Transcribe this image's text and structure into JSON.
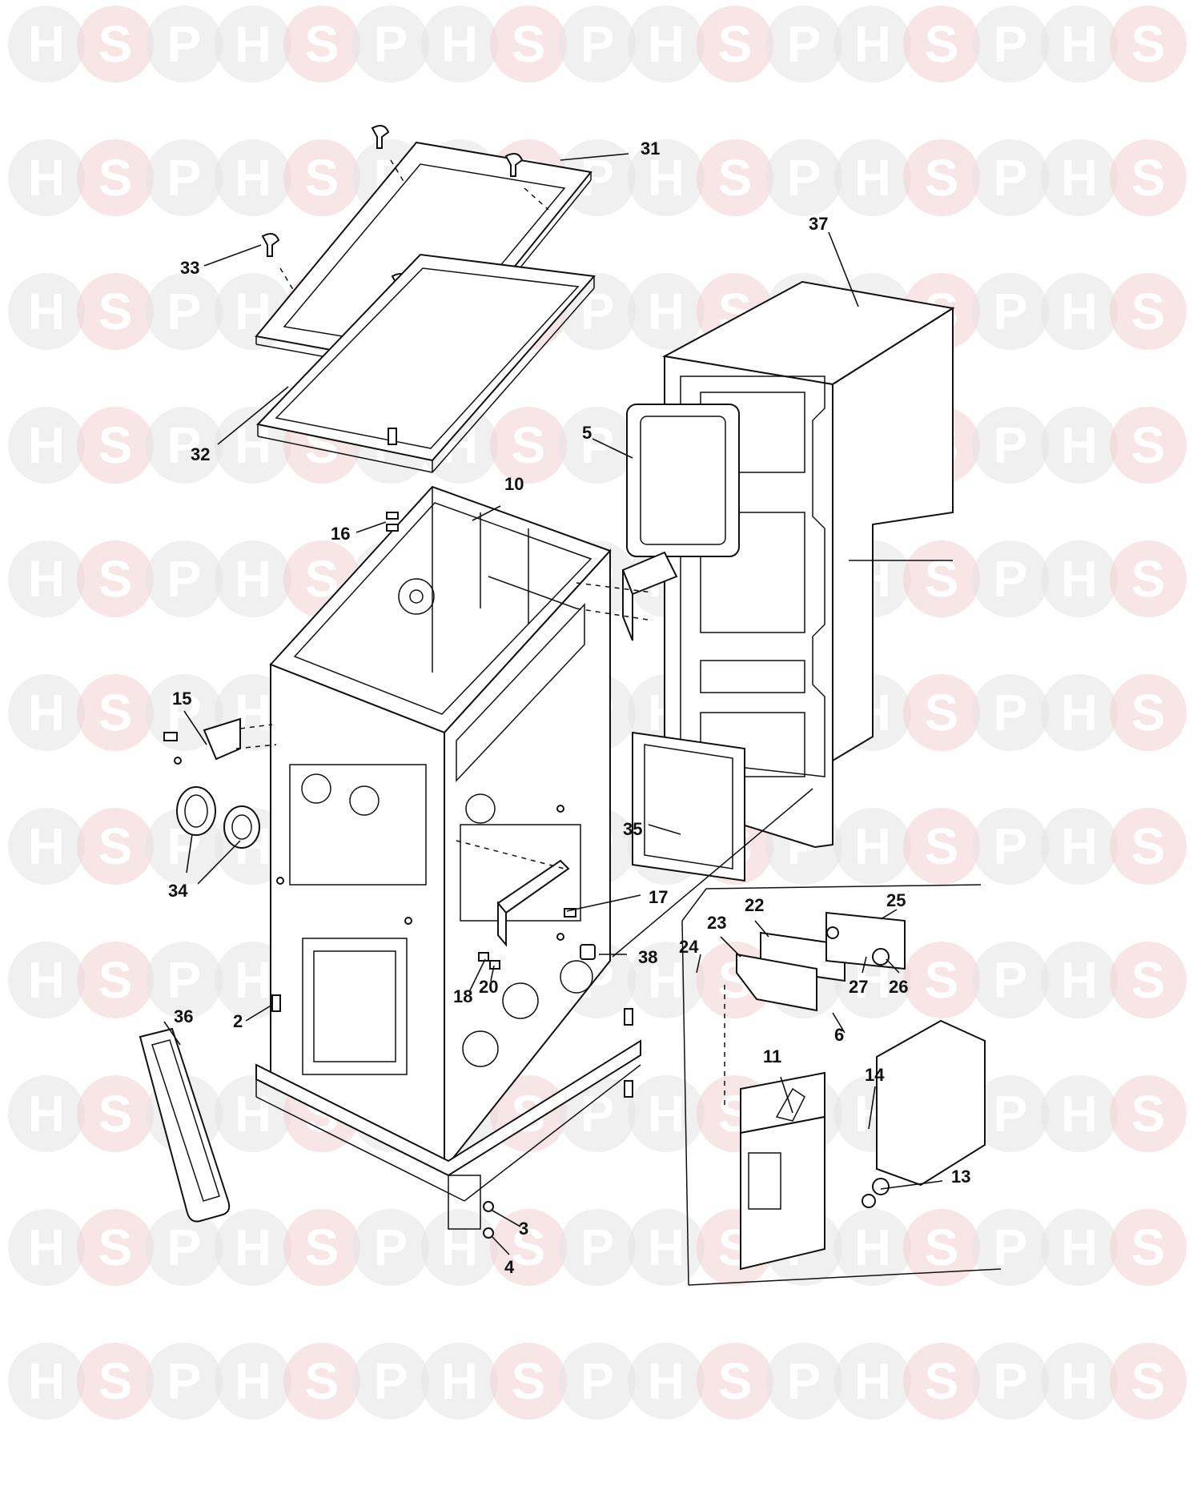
{
  "watermark": {
    "letters": [
      "H",
      "S",
      "P"
    ],
    "colors": {
      "H": "#e3e3e3",
      "S": "#f2d2d2",
      "P": "#e3e3e3"
    },
    "text_color": "#ffffff"
  },
  "parts": [
    {
      "id": "p31",
      "label": "31"
    },
    {
      "id": "p37",
      "label": "37"
    },
    {
      "id": "p33",
      "label": "33"
    },
    {
      "id": "p32",
      "label": "32"
    },
    {
      "id": "p5",
      "label": "5"
    },
    {
      "id": "p10",
      "label": "10"
    },
    {
      "id": "p16",
      "label": "16"
    },
    {
      "id": "p15",
      "label": "15"
    },
    {
      "id": "p34",
      "label": "34"
    },
    {
      "id": "p35",
      "label": "35"
    },
    {
      "id": "p17",
      "label": "17"
    },
    {
      "id": "p22",
      "label": "22"
    },
    {
      "id": "p25",
      "label": "25"
    },
    {
      "id": "p23",
      "label": "23"
    },
    {
      "id": "p24",
      "label": "24"
    },
    {
      "id": "p18",
      "label": "18"
    },
    {
      "id": "p20",
      "label": "20"
    },
    {
      "id": "p38",
      "label": "38"
    },
    {
      "id": "p27",
      "label": "27"
    },
    {
      "id": "p26",
      "label": "26"
    },
    {
      "id": "p6",
      "label": "6"
    },
    {
      "id": "p36",
      "label": "36"
    },
    {
      "id": "p2",
      "label": "2"
    },
    {
      "id": "p11",
      "label": "11"
    },
    {
      "id": "p14",
      "label": "14"
    },
    {
      "id": "p13",
      "label": "13"
    },
    {
      "id": "p3",
      "label": "3"
    },
    {
      "id": "p4",
      "label": "4"
    }
  ]
}
